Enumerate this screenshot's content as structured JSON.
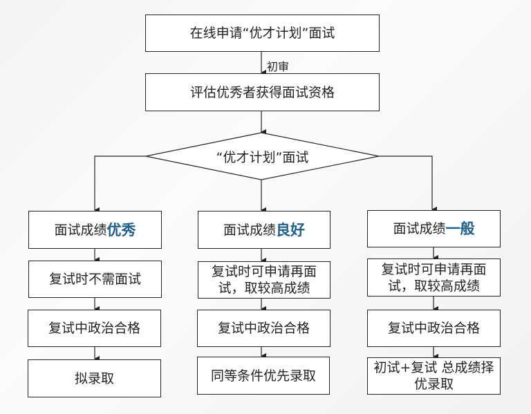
{
  "top_steps": [
    "在线申请“优才计划”面试",
    "评估优秀者获得面试资格"
  ],
  "edge_label": "初审",
  "decision": "“优才计划”面试",
  "accent_color": "#1f5f8b",
  "columns": [
    {
      "prefix": "面试成绩",
      "grade": "优秀",
      "steps": [
        "复试时不需面试",
        "复试中政治合格",
        "拟录取"
      ]
    },
    {
      "prefix": "面试成绩",
      "grade": "良好",
      "steps": [
        "复试时可申请再面试，取较高成绩",
        "复试中政治合格",
        "同等条件优先录取"
      ]
    },
    {
      "prefix": "面试成绩",
      "grade": "一般",
      "steps": [
        "复试时可申请再面试，取较高成绩",
        "复试中政治合格",
        "初试+复试 总成绩择优录取"
      ]
    }
  ]
}
